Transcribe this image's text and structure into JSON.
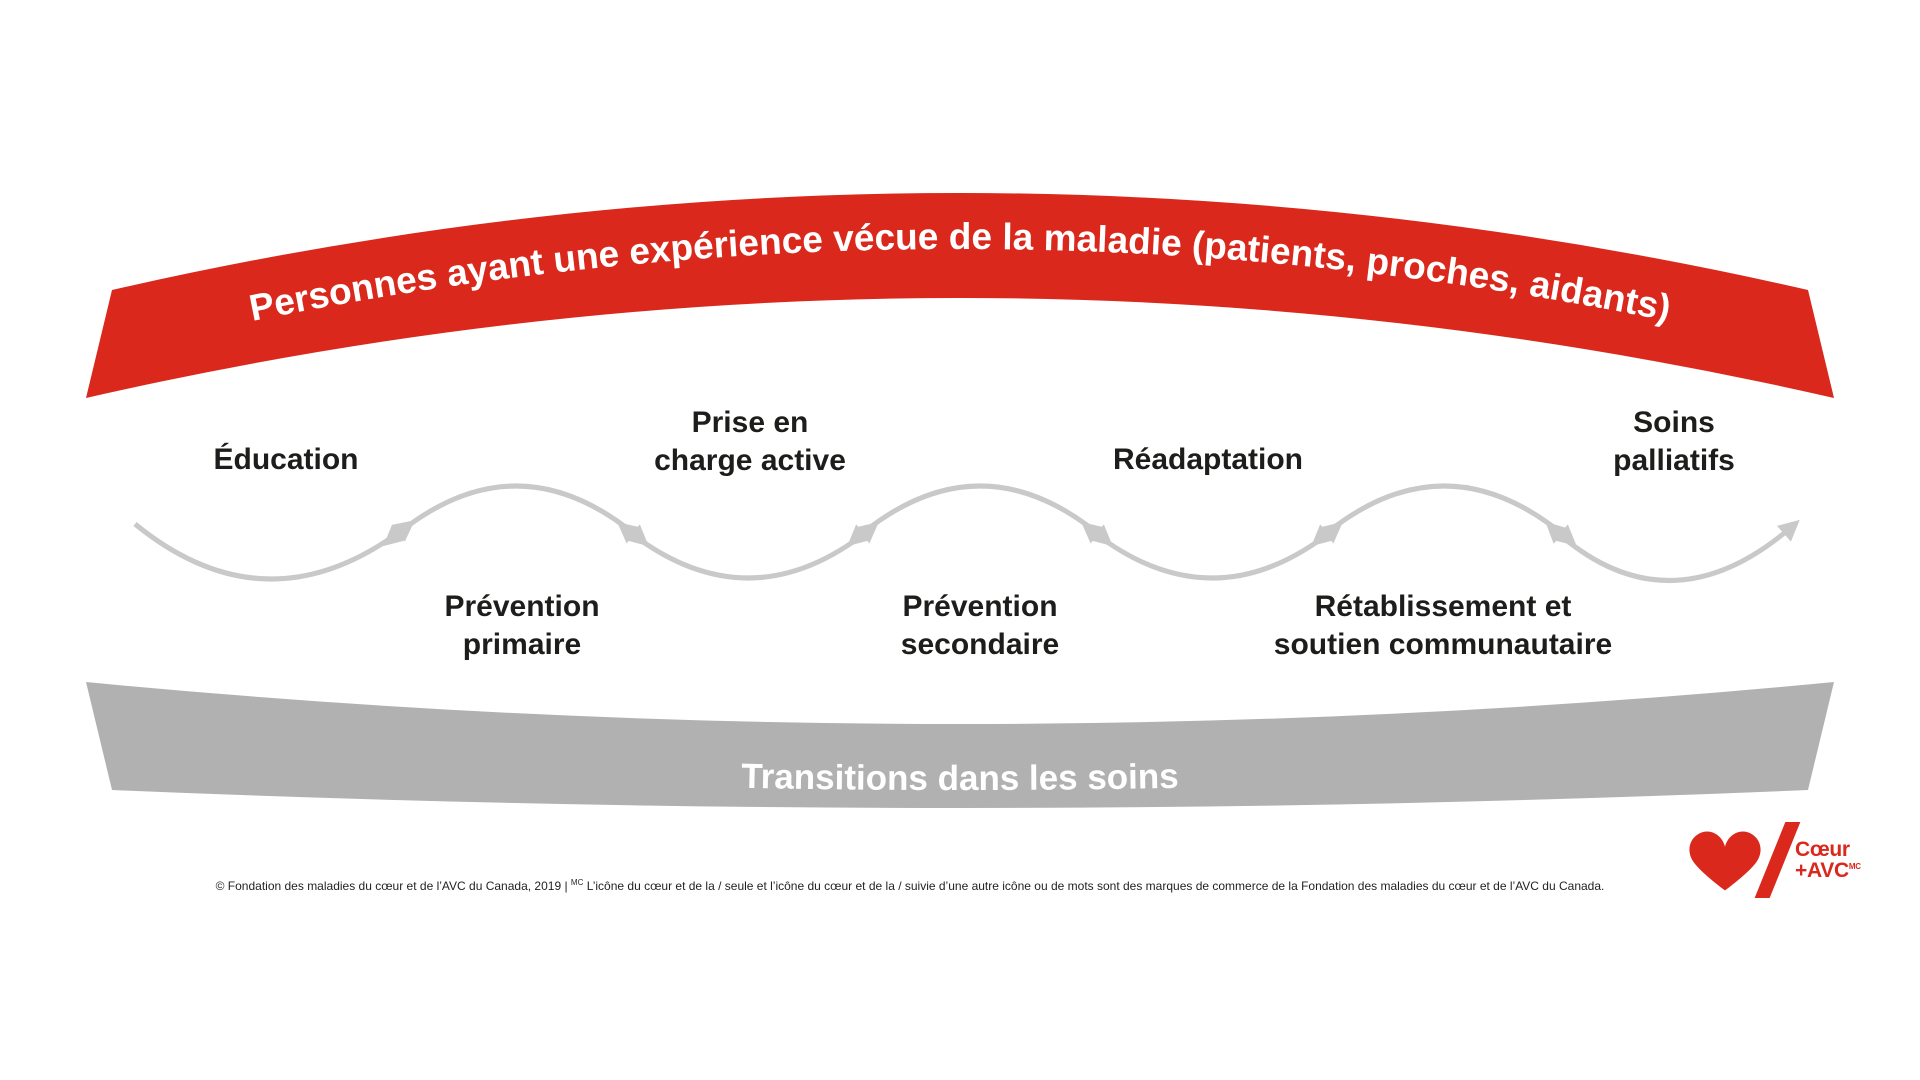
{
  "colors": {
    "brand_red": "#da291c",
    "band_gray": "#b1b1b2",
    "arrow_gray": "#c9c9c9",
    "label_text": "#1d1d1b"
  },
  "top_band": {
    "label": "Personnes ayant une expérience vécue de la maladie (patients, proches, aidants)"
  },
  "bottom_band": {
    "label": "Transitions dans les soins"
  },
  "stages": {
    "top": [
      "Éducation",
      "Prise en\ncharge active",
      "Réadaptation",
      "Soins\npalliatifs"
    ],
    "bottom": [
      "Prévention\nprimaire",
      "Prévention\nsecondaire",
      "Rétablissement et\nsoutien communautaire"
    ]
  },
  "footer": {
    "copyright_prefix": "© Fondation des maladies du cœur et de l’AVC du Canada, 2019 | ",
    "trademark": "MC",
    "copyright_rest": " L’icône du cœur et de la / seule et l’icône du cœur et de la / suivie d’une autre icône ou de mots sont des marques de commerce de la Fondation des maladies du cœur et de l’AVC du Canada."
  },
  "logo": {
    "wordmark_line1": "Cœur",
    "wordmark_line2": "+AVC",
    "tm": "MC"
  }
}
